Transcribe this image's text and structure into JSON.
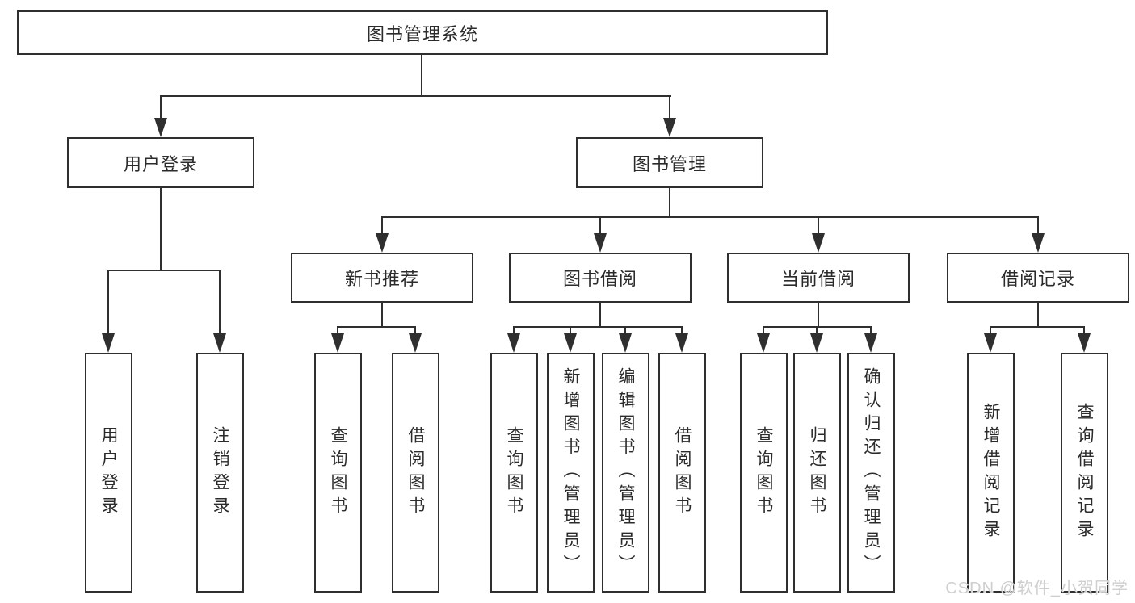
{
  "colors": {
    "background": "#ffffff",
    "line": "#2f2f2f",
    "border": "#2f2f2f",
    "text": "#2b2b2b",
    "watermark": "#cfcfcf"
  },
  "root": {
    "label": "图书管理系统"
  },
  "branches": [
    {
      "id": "user-login",
      "label": "用户登录",
      "children": [
        {
          "label": "用户登录"
        },
        {
          "label": "注销登录"
        }
      ]
    },
    {
      "id": "book-management",
      "label": "图书管理",
      "sections": [
        {
          "id": "new-book-recommendation",
          "label": "新书推荐",
          "children": [
            {
              "label": "查询图书"
            },
            {
              "label": "借阅图书"
            }
          ]
        },
        {
          "id": "book-borrowing",
          "label": "图书借阅",
          "children": [
            {
              "label": "查询图书"
            },
            {
              "label": "新增图书（管理员）"
            },
            {
              "label": "编辑图书（管理员）"
            },
            {
              "label": "借阅图书"
            }
          ]
        },
        {
          "id": "current-borrowing",
          "label": "当前借阅",
          "children": [
            {
              "label": "查询图书"
            },
            {
              "label": "归还图书"
            },
            {
              "label": "确认归还（管理员）"
            }
          ]
        },
        {
          "id": "borrowing-records",
          "label": "借阅记录",
          "children": [
            {
              "label": "新增借阅记录"
            },
            {
              "label": "查询借阅记录"
            }
          ]
        }
      ]
    }
  ],
  "watermark": "CSDN @软件_小贺同学"
}
